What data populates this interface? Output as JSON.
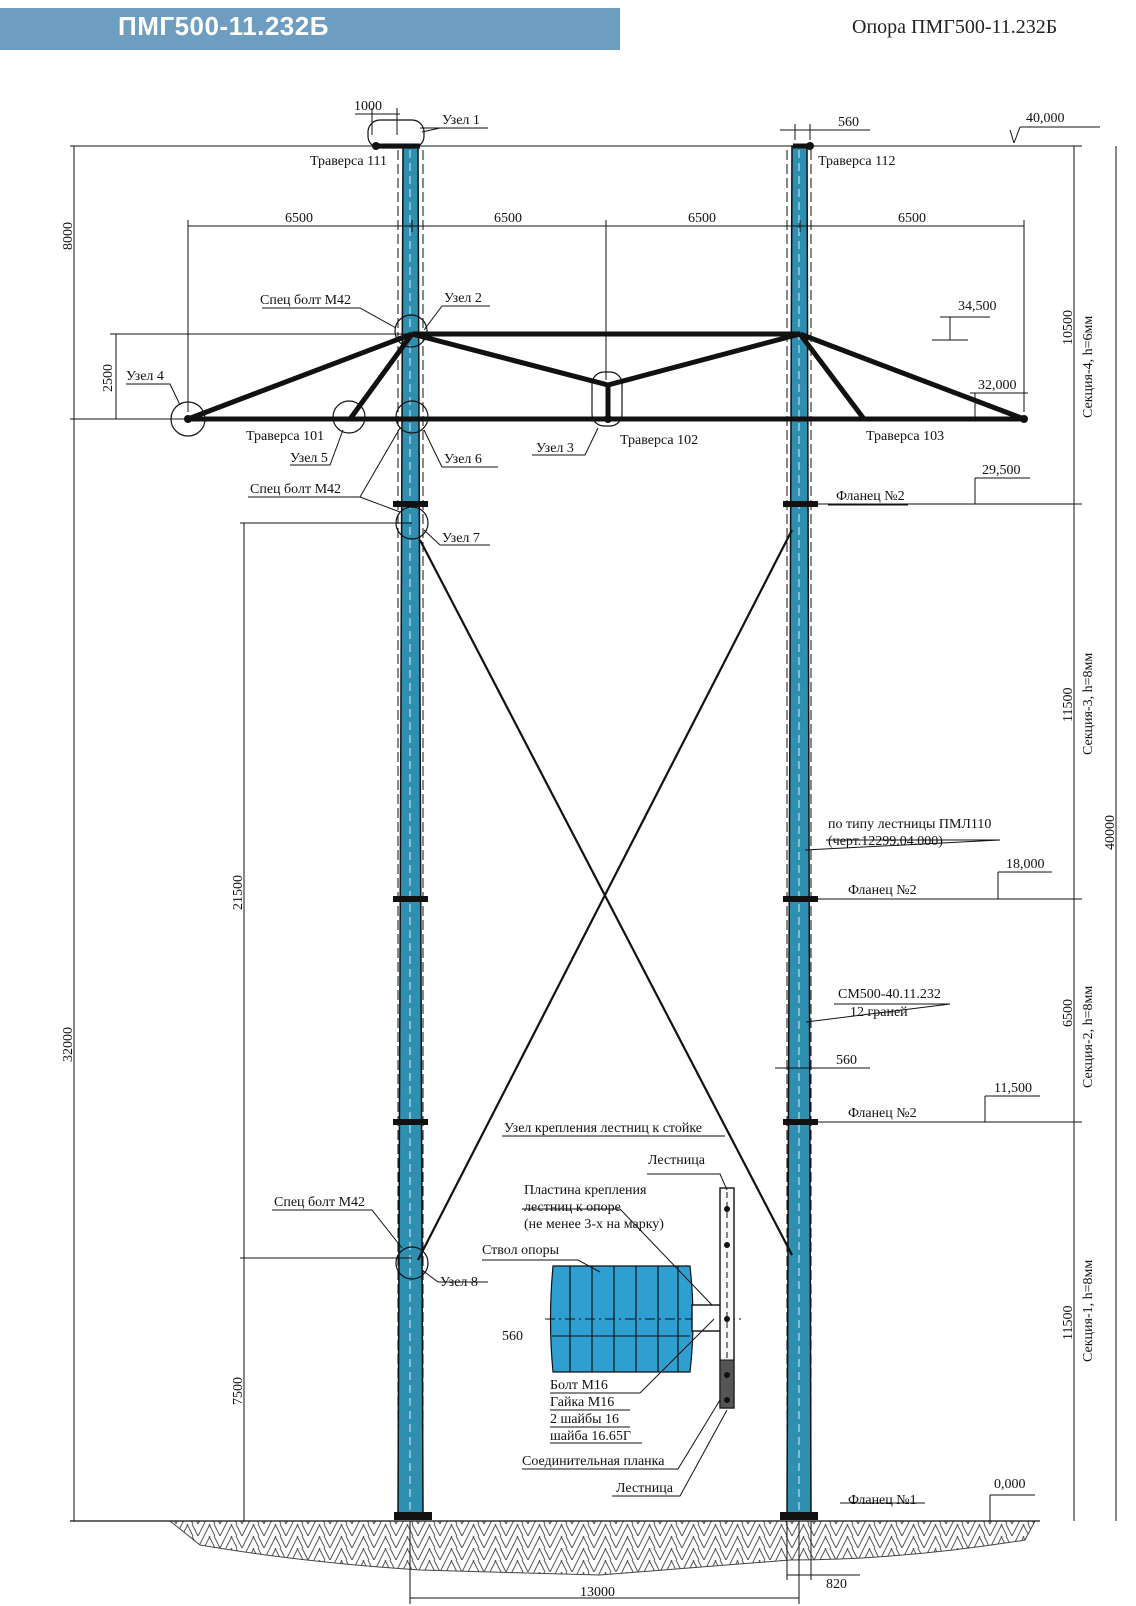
{
  "header": {
    "code": "ПМГ500-11.232Б",
    "title": "Опора ПМГ500-11.232Б"
  },
  "colors": {
    "banner": "#6d9dc0",
    "pole_fill": "#2f8fb0",
    "line": "#111111"
  },
  "labels": {
    "node1": "Узел 1",
    "node2": "Узел 2",
    "node3": "Узел 3",
    "node4": "Узел 4",
    "node5": "Узел 5",
    "node6": "Узел 6",
    "node7": "Узел 7",
    "node8": "Узел 8",
    "traverse111": "Траверса 111",
    "traverse112": "Траверса 112",
    "traverse101": "Траверса 101",
    "traverse102": "Траверса 102",
    "traverse103": "Траверса 103",
    "bolt_top": "Спец болт М42",
    "bolt_mid": "Спец болт М42",
    "bolt_low": "Спец болт М42",
    "flange2_a": "Фланец №2",
    "flange2_b": "Фланец №2",
    "flange2_c": "Фланец №2",
    "flange1": "Фланец №1",
    "ladder_type_1": "по типу лестницы ПМЛ110",
    "ladder_type_2": "(черт.12299.04.000)",
    "cm_1": "СМ500-40.11.232",
    "cm_2": "12 граней",
    "ladder_node": "Узел крепления лестниц к стойке",
    "ladder_top": "Лестница",
    "plate_1": "Пластина крепления",
    "plate_2": "лестниц к опоре",
    "plate_3": "(не менее 3-х на марку)",
    "trunk": "Ствол опоры",
    "bolt_m16": "Болт М16",
    "nut_m16": "Гайка М16",
    "washers": "2 шайбы 16",
    "washer2": "шайба 16.65Г",
    "connecting_plate": "Соединительная планка",
    "ladder_bottom": "Лестница",
    "section4": "Секция-4, h=6мм",
    "section3": "Секция-3, h=8мм",
    "section2": "Секция-2, h=8мм",
    "section1": "Секция-1, h=8мм"
  },
  "dimensions": {
    "d1000": "1000",
    "d560_top": "560",
    "d6500_1": "6500",
    "d6500_2": "6500",
    "d6500_3": "6500",
    "d6500_4": "6500",
    "d8000": "8000",
    "d2500": "2500",
    "d32000": "32000",
    "d21500": "21500",
    "d7500": "7500",
    "d10500": "10500",
    "d11500_a": "11500",
    "d6500_v": "6500",
    "d11500_b": "11500",
    "d40000": "40000",
    "d560_mid": "560",
    "d560_detail": "560",
    "d13000": "13000",
    "d820": "820"
  },
  "elevations": {
    "e40": "40,000",
    "e34_5": "34,500",
    "e32": "32,000",
    "e29_5": "29,500",
    "e18": "18,000",
    "e11_5": "11,500",
    "e0": "0,000"
  }
}
